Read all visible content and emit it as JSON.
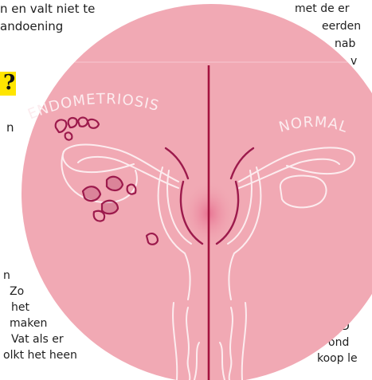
{
  "left_text": {
    "top_lines": [
      "n en valt niet te",
      "andoening"
    ],
    "highlight_char": "?",
    "side_letter": "n",
    "lower_lines": [
      "n",
      "Zo",
      "het",
      "maken",
      "Vat als er",
      "olkt het heen"
    ]
  },
  "right_text": {
    "top_lines": [
      "met de er",
      "eerden",
      "nab",
      "v"
    ],
    "lower_lines": [
      "D",
      "ond",
      "koop le"
    ]
  },
  "figure": {
    "left_label": "ENDOMETRIOSIS",
    "right_label": "NORMAL",
    "colors": {
      "circle": "#f1a9b4",
      "outline": "#ffffff",
      "lesion": "#9c1a4c",
      "divider": "#a3133f",
      "glow": "#e87895"
    }
  }
}
